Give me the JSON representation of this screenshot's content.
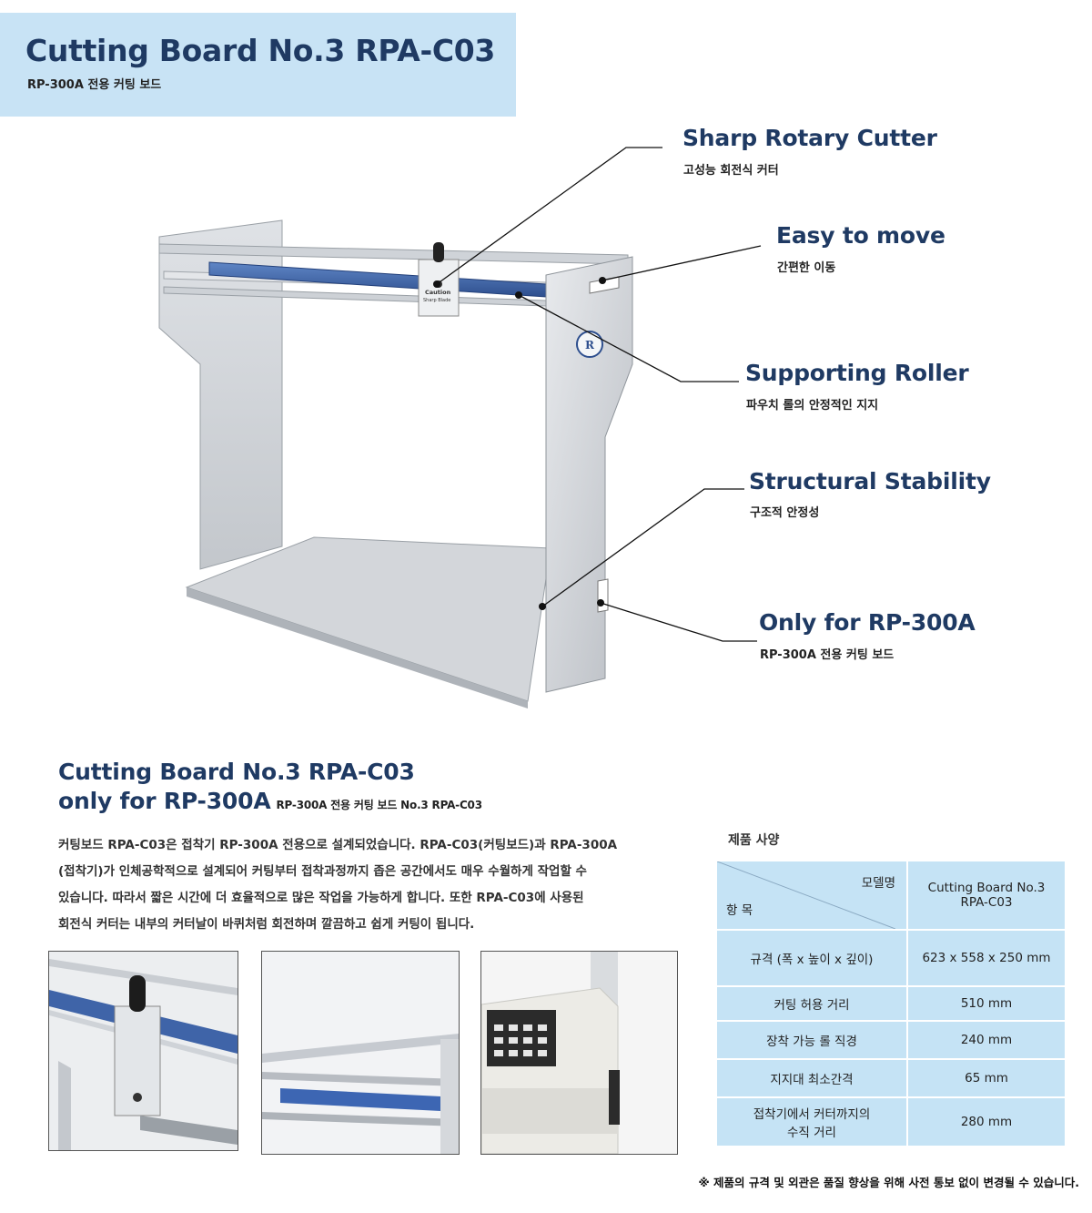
{
  "header": {
    "title": "Cutting Board No.3 RPA-C03",
    "subtitle": "RP-300A 전용 커팅 보드"
  },
  "callouts": [
    {
      "title": "Sharp Rotary Cutter",
      "subtitle": "고성능 회전식 커터"
    },
    {
      "title": "Easy to move",
      "subtitle": "간편한 이동"
    },
    {
      "title": "Supporting Roller",
      "subtitle": "파우치 롤의 안정적인 지지"
    },
    {
      "title": "Structural Stability",
      "subtitle": "구조적 안정성"
    },
    {
      "title": "Only for RP-300A",
      "subtitle": "RP-300A 전용 커팅 보드"
    }
  ],
  "machine": {
    "cutter_label_1": "Caution",
    "cutter_label_2": "Sharp Blade",
    "logo_letter": "R"
  },
  "section": {
    "title_line1": "Cutting Board No.3 RPA-C03",
    "title_line2": "only for RP-300A",
    "title_line2_small": "RP-300A 전용 커팅 보드 No.3 RPA-C03",
    "description": [
      "커팅보드 RPA-C03은 접착기 RP-300A 전용으로 설계되었습니다. RPA-C03(커팅보드)과  RPA-300A",
      "(접착기)가 인체공학적으로 설계되어 커팅부터 접착과정까지 좁은 공간에서도 매우 수월하게 작업할 수",
      "있습니다. 따라서 짧은 시간에 더 효율적으로 많은 작업을 가능하게 합니다. 또한 RPA-C03에 사용된",
      "회전식 커터는 내부의 커터날이 바퀴처럼 회전하며 깔끔하고 쉽게 커팅이 됩니다."
    ]
  },
  "spec": {
    "label": "제품 사양",
    "header_model": "모델명",
    "header_item": "항 목",
    "model_name_line1": "Cutting Board No.3",
    "model_name_line2": "RPA-C03",
    "rows": [
      {
        "item": "규격 (폭 x 높이 x 깊이)",
        "value": "623 x 558 x 250 mm"
      },
      {
        "item": "커팅 허용 거리",
        "value": "510 mm"
      },
      {
        "item": "장착 가능 롤 직경",
        "value": "240 mm"
      },
      {
        "item": "지지대 최소간격",
        "value": "65 mm"
      },
      {
        "item_line1": "접착기에서 커터까지의",
        "item_line2": "수직 거리",
        "value": "280 mm"
      }
    ]
  },
  "footnote": "※ 제품의 규격 및 외관은 품질 향상을 위해 사전 통보 없이 변경될 수 있습니다."
}
